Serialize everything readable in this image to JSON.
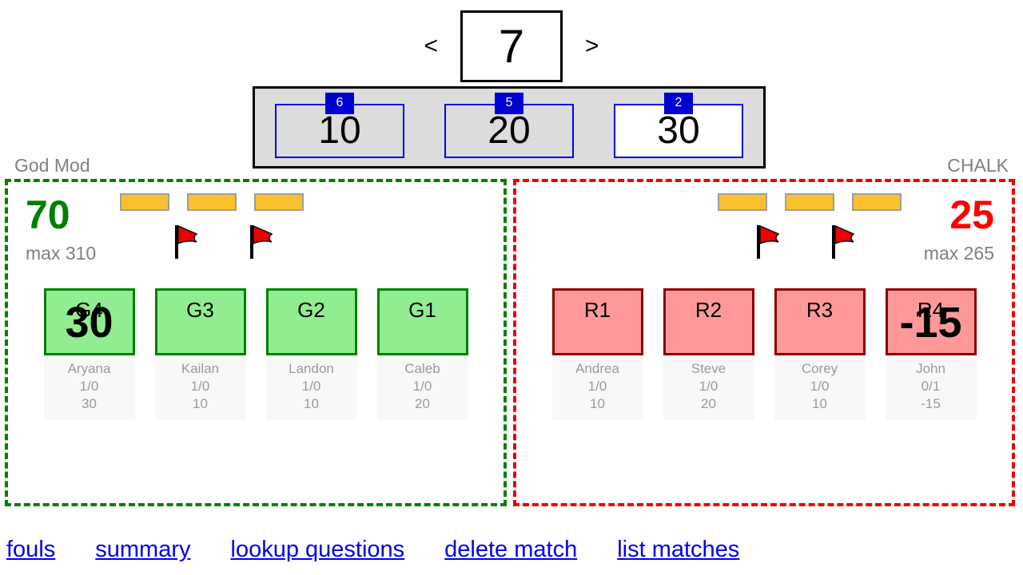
{
  "round": {
    "prev_label": "<",
    "next_label": ">",
    "value": "7"
  },
  "value_selector": {
    "options": [
      {
        "value": "10",
        "badge": "6",
        "selected": false
      },
      {
        "value": "20",
        "badge": "5",
        "selected": false
      },
      {
        "value": "30",
        "badge": "2",
        "selected": true
      }
    ]
  },
  "teams": [
    {
      "side": "left",
      "name": "God Mod",
      "score": "70",
      "max": "max 310",
      "color": "#008000",
      "yellow_cards": 3,
      "red_flags": 2,
      "players": [
        {
          "slot": "G4",
          "name": "Aryana",
          "record": "1/0",
          "points": "30",
          "overlay": "30"
        },
        {
          "slot": "G3",
          "name": "Kailan",
          "record": "1/0",
          "points": "10",
          "overlay": ""
        },
        {
          "slot": "G2",
          "name": "Landon",
          "record": "1/0",
          "points": "10",
          "overlay": ""
        },
        {
          "slot": "G1",
          "name": "Caleb",
          "record": "1/0",
          "points": "20",
          "overlay": ""
        }
      ]
    },
    {
      "side": "right",
      "name": "CHALK",
      "score": "25",
      "max": "max 265",
      "color": "#ff0000",
      "yellow_cards": 3,
      "red_flags": 2,
      "players": [
        {
          "slot": "R1",
          "name": "Andrea",
          "record": "1/0",
          "points": "10",
          "overlay": ""
        },
        {
          "slot": "R2",
          "name": "Steve",
          "record": "1/0",
          "points": "20",
          "overlay": ""
        },
        {
          "slot": "R3",
          "name": "Corey",
          "record": "1/0",
          "points": "10",
          "overlay": ""
        },
        {
          "slot": "R4",
          "name": "John",
          "record": "0/1",
          "points": "-15",
          "overlay": "-15"
        }
      ]
    }
  ],
  "links": [
    {
      "label": "fouls"
    },
    {
      "label": "summary"
    },
    {
      "label": "lookup questions"
    },
    {
      "label": "delete match"
    },
    {
      "label": "list matches"
    }
  ],
  "colors": {
    "green_accent": "#008000",
    "red_accent": "#ff0000",
    "link": "#0000ee",
    "badge": "#0000d0",
    "yellow_card": "#fbc02d",
    "green_box": "#90ee90",
    "red_box": "#ff9999",
    "muted_text": "#808080"
  }
}
